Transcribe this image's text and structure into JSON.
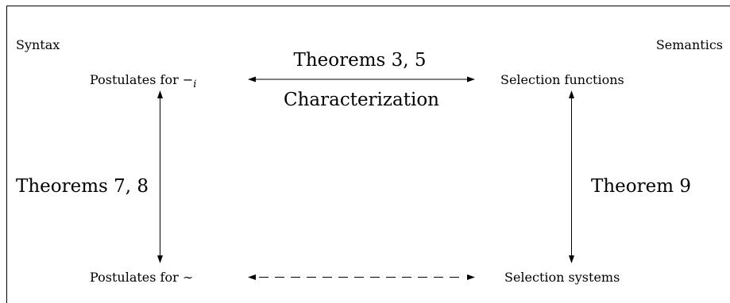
{
  "labels": {
    "syntax": "Syntax",
    "semantics": "Semantics",
    "postulates_minus_prefix": "Postulates for −",
    "postulates_minus_sub": "i",
    "selection_functions": "Selection functions",
    "postulates_tilde": "Postulates for ∼",
    "selection_systems": "Selection systems",
    "theorems_3_5": "Theorems 3, 5",
    "characterization": "Characterization",
    "theorems_7_8": "Theorems 7, 8",
    "theorem_9": "Theorem 9"
  },
  "colors": {
    "ink": "#000000",
    "background": "#ffffff"
  }
}
